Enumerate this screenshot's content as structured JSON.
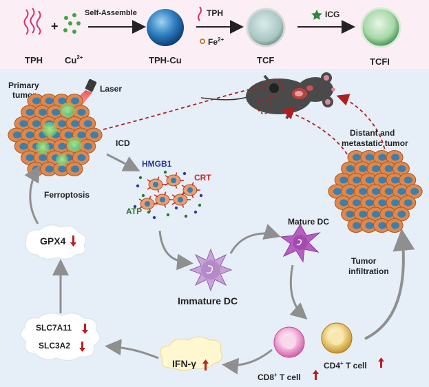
{
  "synthesis": {
    "tph": "TPH",
    "plus": "+",
    "cu": "Cu",
    "cu_sup": "2+",
    "self_assemble": "Self-Assemble",
    "tph_cu": "TPH-Cu",
    "tph_arrow": "TPH",
    "fe": "Fe",
    "fe_sup": "2+",
    "tcf": "TCF",
    "icg": "ICG",
    "tcfi": "TCFI"
  },
  "tumor": {
    "primary_line1": "Primary",
    "primary_line2": "tumor",
    "laser": "Laser",
    "distant_line1": "Distant and",
    "distant_line2": "metastatic tumor"
  },
  "pathway": {
    "icd": "ICD",
    "hmgb1": "HMGB1",
    "crt": "CRT",
    "atp": "ATP",
    "immature_dc": "Immature DC",
    "mature_dc": "Mature DC",
    "tumor_infiltration_line1": "Tumor",
    "tumor_infiltration_line2": "infiltration",
    "cd8": "CD8",
    "cd8_sup": "+",
    "cd8_rest": " T cell",
    "cd4": "CD4",
    "cd4_sup": "+",
    "cd4_rest": " T cell",
    "ifn": "IFN-γ",
    "slc7a11": "SLC7A11",
    "slc3a2": "SLC3A2",
    "gpx4": "GPX4",
    "ferroptosis": "Ferroptosis"
  },
  "colors": {
    "top_band": "#fbeef4",
    "bottom_band": "#e6eef8",
    "arrow_red": "#b01e1e",
    "gray_arrow": "#9a9a9a",
    "hmgb1": "#2a3a9a",
    "crt": "#d42020",
    "atp": "#2a7a2a",
    "dc_purple": "#b58ac8",
    "tumor_orange": "#e0874a",
    "nucleus_blue": "#3a7fae"
  }
}
